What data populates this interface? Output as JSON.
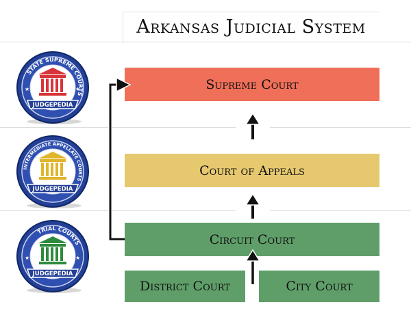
{
  "title": "Arkansas Judicial System",
  "courts": {
    "supreme": "Supreme Court",
    "appeals": "Court of Appeals",
    "circuit": "Circuit Court",
    "district": "District Court",
    "city": "City Court"
  },
  "seals": [
    {
      "ring_text": "STATE SUPREME COURTS",
      "banner": "JUDGEPEDIA",
      "color": "#d8333a"
    },
    {
      "ring_text": "INTERMEDIATE APPELLATE COURTS",
      "banner": "JUDGEPEDIA",
      "color": "#e0b52a"
    },
    {
      "ring_text": "TRIAL COURTS",
      "banner": "JUDGEPEDIA",
      "color": "#2e8a3e"
    }
  ],
  "colors": {
    "supreme": "#ef6f59",
    "appeals": "#e6c86f",
    "trial": "#5f9e69",
    "seal_ring": "#233f96"
  }
}
